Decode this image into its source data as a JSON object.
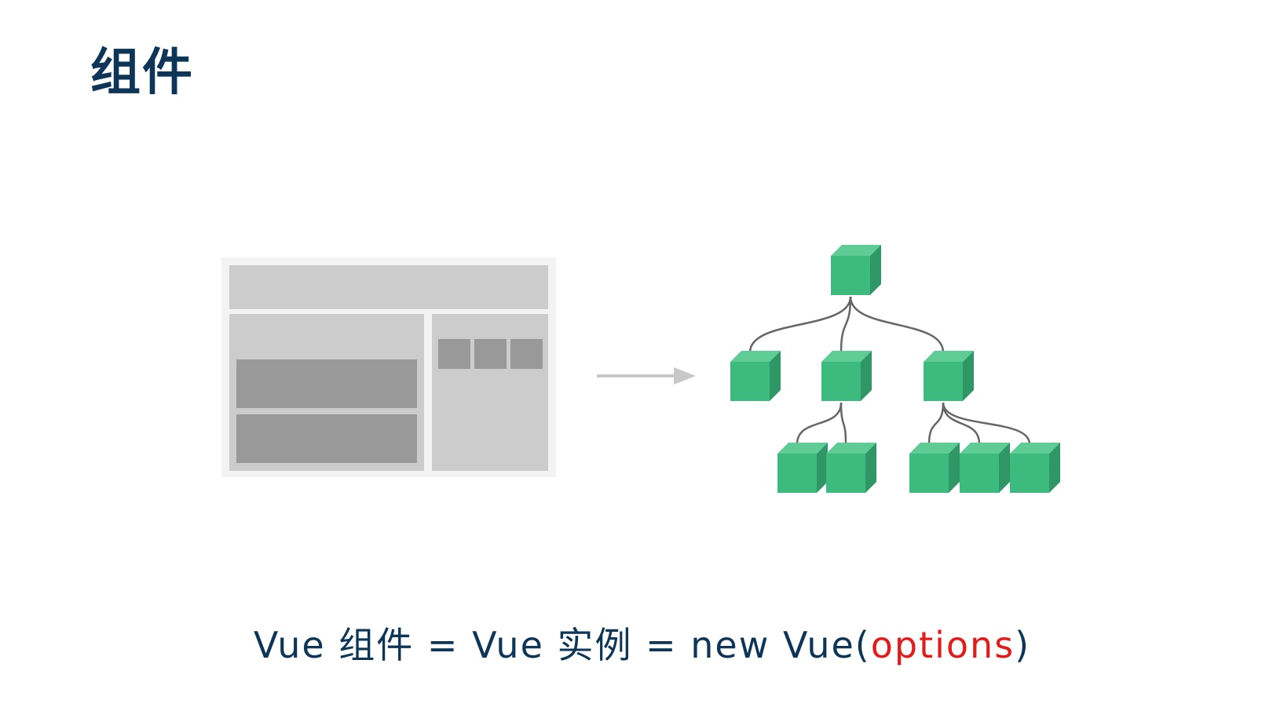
{
  "title": "组件",
  "formula": {
    "before": "Vue 组件 = Vue 实例 = new Vue(",
    "highlight": "options",
    "after": ")"
  },
  "colors": {
    "title": "#0d3557",
    "highlight": "#e41b1b",
    "cube_front": "#3dba7e",
    "cube_top": "#5fcc96",
    "cube_side": "#2e9765",
    "connector": "#666666",
    "wireframe_light": "#cccccc",
    "wireframe_dark": "#999999",
    "arrow": "#c8c8c8"
  },
  "tree": {
    "root": {
      "children": [
        {
          "children": []
        },
        {
          "children": [
            {},
            {}
          ]
        },
        {
          "children": [
            {},
            {},
            {}
          ]
        }
      ]
    }
  }
}
